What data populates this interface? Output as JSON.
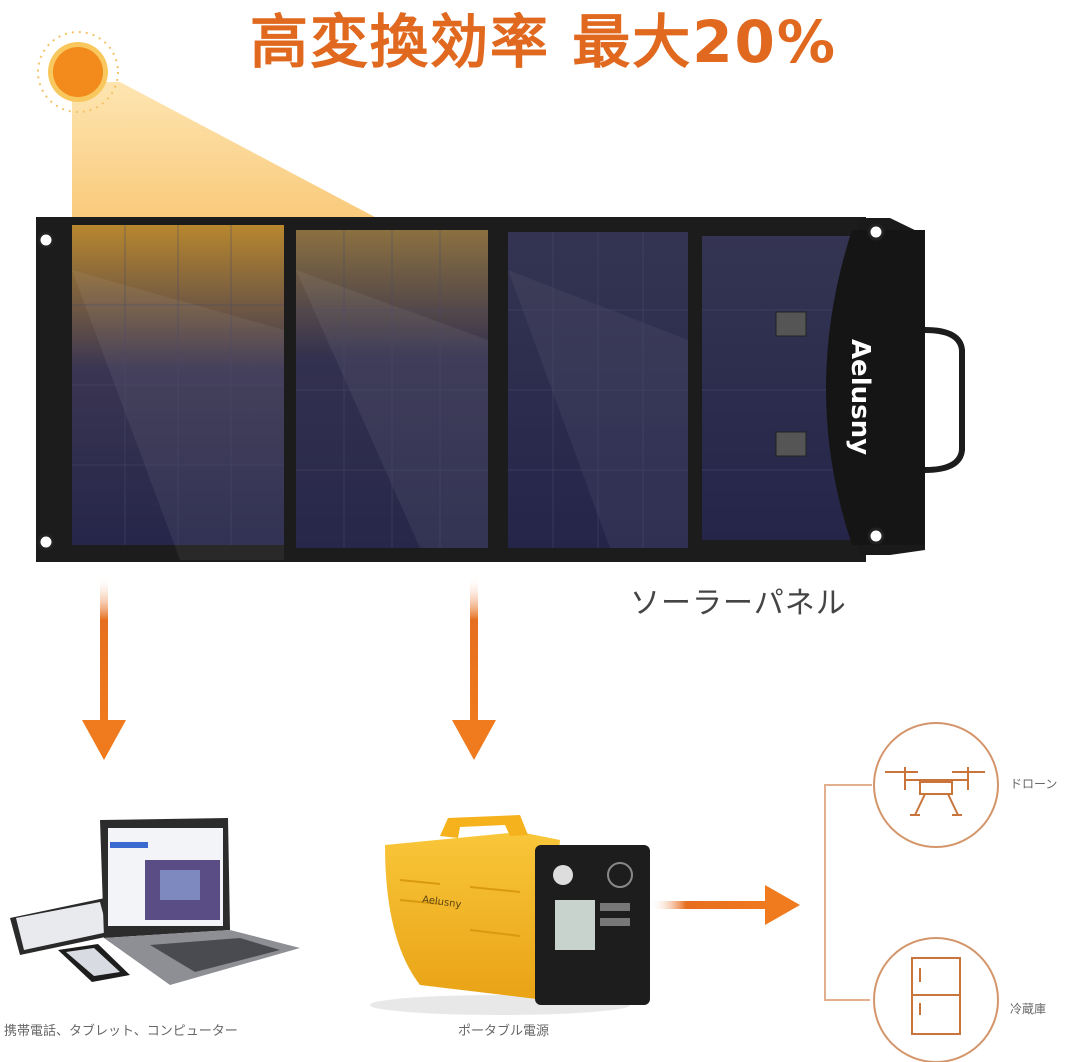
{
  "headline": "高変換効率 最大20%",
  "solar_panel": {
    "label": "ソーラーパネル",
    "brand": "Aelusny",
    "panel_count": 4
  },
  "devices": {
    "computers_label": "携帯電話、タブレット、コンピューター",
    "power_station_label": "ポータブル電源",
    "power_station_brand": "Aelusny"
  },
  "outputs": [
    {
      "label": "ドローン",
      "icon": "drone-icon"
    },
    {
      "label": "冷蔵庫",
      "icon": "refrigerator-icon"
    }
  ],
  "colors": {
    "accent": "#e0691f",
    "sun": "#f28a1c",
    "sunbeam": "#fcd48a",
    "panel": "#2a2a48",
    "frame": "#1c1c1c",
    "power_station": "#f5b21c"
  }
}
